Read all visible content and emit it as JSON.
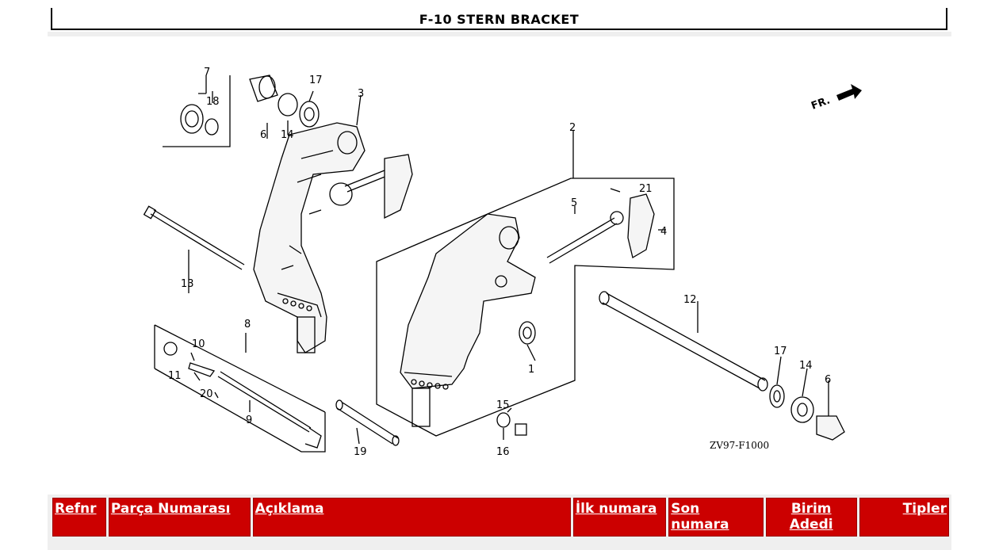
{
  "page": {
    "title": "F-10 STERN BRACKET"
  },
  "diagram": {
    "code": "ZV97-F1000",
    "direction_label": "FR.",
    "callouts": [
      "1",
      "2",
      "3",
      "4",
      "5",
      "6",
      "7",
      "8",
      "9",
      "10",
      "11",
      "12",
      "13",
      "14",
      "15",
      "16",
      "17",
      "18",
      "19",
      "20",
      "21"
    ]
  },
  "table": {
    "header_color": "#cc0000",
    "columns": [
      {
        "label": "Refnr"
      },
      {
        "label": "Parça Numarası"
      },
      {
        "label": "Açıklama"
      },
      {
        "label": "İlk numara"
      },
      {
        "label": "Son numara"
      },
      {
        "label": "Birim Adedi"
      },
      {
        "label": "Tipler"
      }
    ]
  }
}
